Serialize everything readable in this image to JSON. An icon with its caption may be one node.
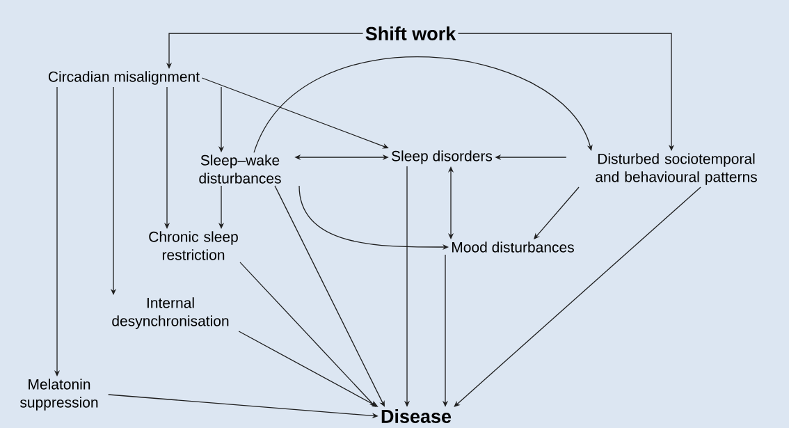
{
  "diagram": {
    "nodes": [
      {
        "text": [
          "Shift work"
        ]
      },
      {
        "text": [
          "Circadian misalignment"
        ]
      },
      {
        "text": [
          "Sleep–wake disturbances"
        ]
      },
      {
        "text": [
          "Sleep disorders"
        ]
      },
      {
        "text": [
          "Disturbed sociotemporal and behavioural patterns"
        ]
      },
      {
        "text": [
          "Chronic sleep restriction"
        ]
      },
      {
        "text": [
          "Mood disturbances"
        ]
      },
      {
        "text": [
          "Internal desynchronisation"
        ]
      },
      {
        "text": [
          "Melatonin suppression"
        ]
      },
      {
        "text": [
          "Disease"
        ]
      }
    ],
    "edges": [
      {
        "from": 0,
        "to": 1,
        "arrow": "to"
      },
      {
        "from": 0,
        "to": 4,
        "arrow": "to"
      },
      {
        "from": 1,
        "to": 2,
        "arrow": "to"
      },
      {
        "from": 1,
        "to": 3,
        "arrow": "to"
      },
      {
        "from": 1,
        "to": 5,
        "arrow": "to"
      },
      {
        "from": 1,
        "to": 7,
        "arrow": "to"
      },
      {
        "from": 1,
        "to": 8,
        "arrow": "to"
      },
      {
        "from": 2,
        "to": 3,
        "arrow": "both"
      },
      {
        "from": 2,
        "to": 4,
        "arrow": "to"
      },
      {
        "from": 2,
        "to": 5,
        "arrow": "to"
      },
      {
        "from": 2,
        "to": 6,
        "arrow": "to"
      },
      {
        "from": 2,
        "to": 9,
        "arrow": "to"
      },
      {
        "from": 4,
        "to": 3,
        "arrow": "to"
      },
      {
        "from": 3,
        "to": 6,
        "arrow": "both"
      },
      {
        "from": 4,
        "to": 6,
        "arrow": "to"
      },
      {
        "from": 3,
        "to": 9,
        "arrow": "to"
      },
      {
        "from": 6,
        "to": 9,
        "arrow": "to"
      },
      {
        "from": 4,
        "to": 9,
        "arrow": "to"
      },
      {
        "from": 5,
        "to": 9,
        "arrow": "to"
      },
      {
        "from": 7,
        "to": 9,
        "arrow": "to"
      },
      {
        "from": 8,
        "to": 9,
        "arrow": "to"
      }
    ]
  }
}
